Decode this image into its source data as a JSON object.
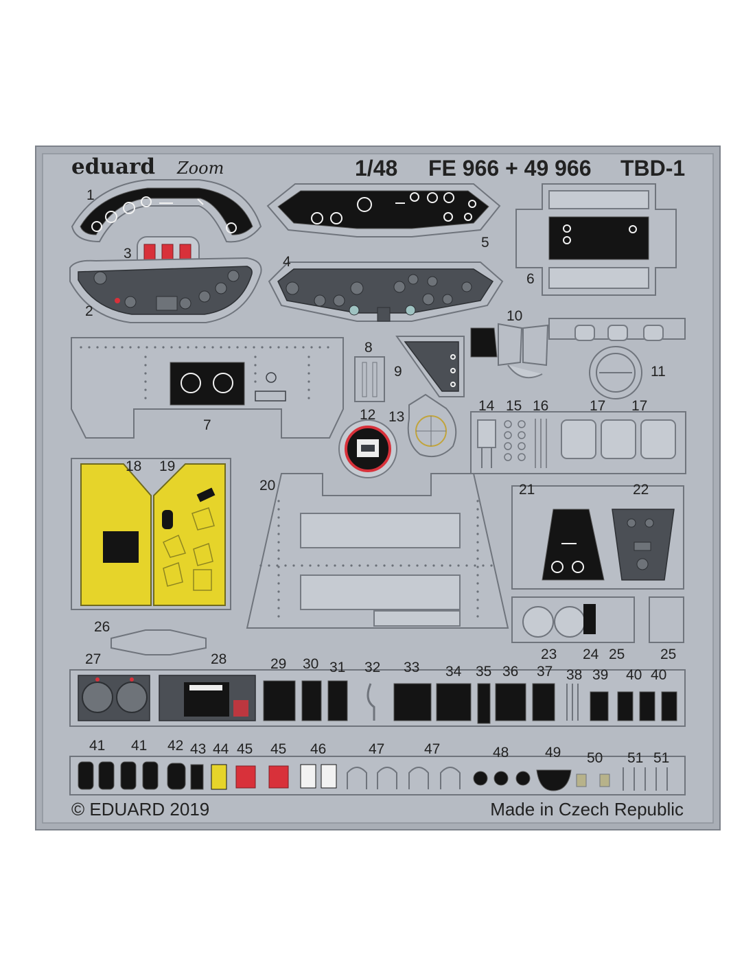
{
  "header": {
    "brand": "eduard",
    "zoom_logo": "Zoom",
    "scale": "1/48",
    "product_codes": "FE 966 + 49 966",
    "model": "TBD-1"
  },
  "footer": {
    "copyright": "© EDUARD 2019",
    "origin": "Made in Czech Republic"
  },
  "colors": {
    "fret": "#a9aeb6",
    "part": "#b9bec6",
    "instrument_black": "#141414",
    "panel_dark": "#4b4f55",
    "zinc_chromate_yellow": "#e6d42a",
    "red": "#d8313a"
  },
  "part_labels": {
    "p1": "1",
    "p2": "2",
    "p3": "3",
    "p4": "4",
    "p5": "5",
    "p6": "6",
    "p7": "7",
    "p8": "8",
    "p9": "9",
    "p10": "10",
    "p11": "11",
    "p12": "12",
    "p13": "13",
    "p14": "14",
    "p15": "15",
    "p16": "16",
    "p17a": "17",
    "p17b": "17",
    "p18": "18",
    "p19": "19",
    "p20": "20",
    "p21": "21",
    "p22": "22",
    "p23": "23",
    "p24": "24",
    "p25a": "25",
    "p25b": "25",
    "p26": "26",
    "p27": "27",
    "p28": "28",
    "p29": "29",
    "p30": "30",
    "p31": "31",
    "p32": "32",
    "p33": "33",
    "p34": "34",
    "p35": "35",
    "p36": "36",
    "p37": "37",
    "p38": "38",
    "p39": "39",
    "p40a": "40",
    "p40b": "40",
    "p41a": "41",
    "p41b": "41",
    "p42": "42",
    "p43": "43",
    "p44": "44",
    "p45a": "45",
    "p45b": "45",
    "p46": "46",
    "p47a": "47",
    "p47b": "47",
    "p48": "48",
    "p49": "49",
    "p50": "50",
    "p51a": "51",
    "p51b": "51"
  }
}
